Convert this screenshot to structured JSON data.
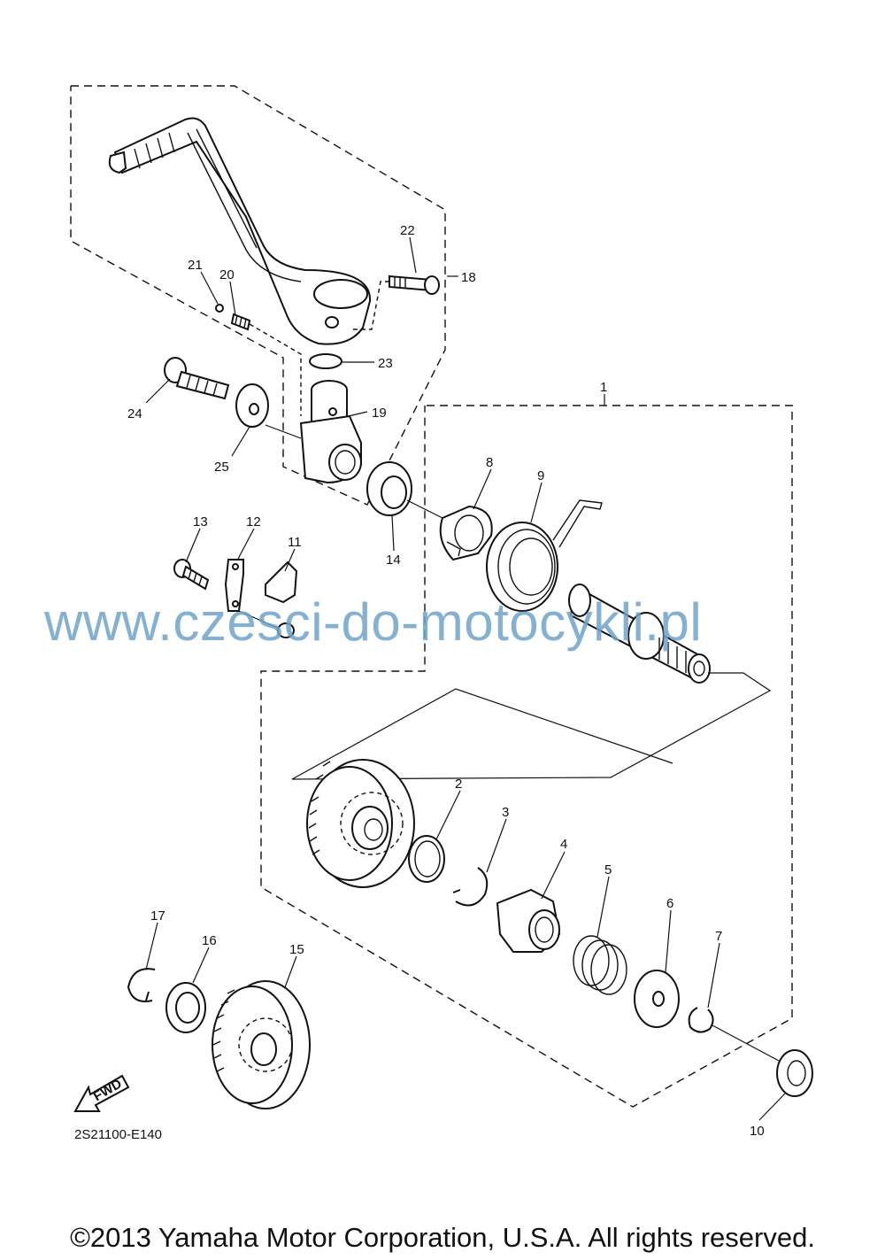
{
  "diagram": {
    "callouts": [
      "1",
      "2",
      "3",
      "4",
      "5",
      "6",
      "7",
      "8",
      "9",
      "10",
      "11",
      "12",
      "13",
      "14",
      "15",
      "16",
      "17",
      "18",
      "19",
      "20",
      "21",
      "22",
      "23",
      "24",
      "25"
    ],
    "fwd_label": "FWD",
    "drawing_code": "2S21100-E140"
  },
  "watermark": "www.czesci-do-motocykli.pl",
  "copyright": "©2013 Yamaha Motor Corporation, U.S.A. All rights reserved."
}
